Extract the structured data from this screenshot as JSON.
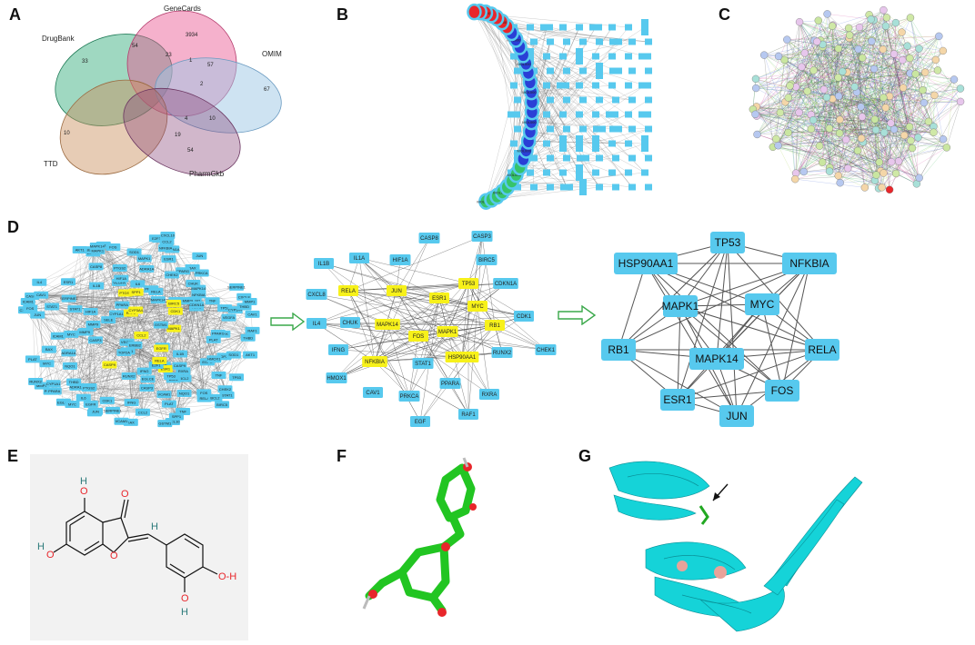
{
  "panels": [
    "A",
    "B",
    "C",
    "D",
    "E",
    "F",
    "G"
  ],
  "venn": {
    "sets": [
      "DrugBank",
      "GeneCards",
      "OMIM",
      "TTD",
      "PharmGkb"
    ],
    "numbers": [
      "33",
      "54",
      "3934",
      "23",
      "1",
      "57",
      "67",
      "2",
      "10",
      "4",
      "19",
      "54",
      "10"
    ]
  },
  "network_b": {
    "molecule_label": "MOL000"
  },
  "network_d1": {
    "labels": [
      "SPP1",
      "EGLCE",
      "ADRA1A",
      "SERPINE1",
      "TNF",
      "PLAT",
      "THBD",
      "MMP9",
      "MMP1",
      "IL6",
      "PPARG",
      "CASP3",
      "VEGFA",
      "IL1B",
      "AKT1",
      "JUN",
      "EGFR",
      "TP53",
      "FOS",
      "ESR1",
      "NFKBIA",
      "RELA",
      "MAPK1",
      "MAPK14",
      "MYC",
      "STAT1",
      "CCL2",
      "PTGS2",
      "BCL2",
      "BAX",
      "CDK1",
      "HMOX1",
      "IFNG",
      "IL4",
      "CAV1",
      "RAF1",
      "RXRA",
      "SOD1",
      "GSTM1",
      "CHEK2",
      "CDKN1A",
      "TOP2A",
      "E2F1",
      "RUNX2",
      "CASP8",
      "CASP9",
      "PRKCA",
      "HIF1A",
      "CHUK",
      "BIRC5",
      "PPARA",
      "CXCL8",
      "CXCL10",
      "ERBB2",
      "ICAM1",
      "SELE",
      "VCAM1",
      "NQO1",
      "CYP1A1",
      "CYP3A4"
    ]
  },
  "network_d2": {
    "nodes": [
      "CASP8",
      "CASP3",
      "IL1B",
      "IL1A",
      "HIF1A",
      "BIRC5",
      "TP53",
      "RELA",
      "JUN",
      "ESR1",
      "CDKN1A",
      "CXCL8",
      "MYC",
      "IL4",
      "CHUK",
      "MAPK14",
      "FOS",
      "MAPK1",
      "RB1",
      "CDK1",
      "IFNG",
      "NFKBIA",
      "STAT1",
      "HSP90AA1",
      "RUNX2",
      "CHEK1",
      "HMOX1",
      "CAV1",
      "PRKCA",
      "PPARA",
      "RXRA",
      "EGF",
      "RAF1"
    ],
    "yellow": [
      "RELA",
      "JUN",
      "ESR1",
      "TP53",
      "MYC",
      "MAPK14",
      "FOS",
      "MAPK1",
      "RB1",
      "NFKBIA",
      "HSP90AA1"
    ]
  },
  "network_d3": {
    "nodes": [
      "TP53",
      "HSP90AA1",
      "NFKBIA",
      "MAPK1",
      "MYC",
      "RB1",
      "MAPK14",
      "RELA",
      "ESR1",
      "FOS",
      "JUN"
    ]
  },
  "molecule_e": {
    "atoms": [
      "H",
      "O",
      "O",
      "H",
      "O",
      "H",
      "O",
      "O-H",
      "H"
    ]
  },
  "colors": {
    "node": "#57c9ee",
    "hub_yellow": "#f7f11a",
    "ribbon": "#15d3d8",
    "stick": "#22c522",
    "oxygen": "#e8262b",
    "venn_drugbank": "#2aa876",
    "venn_genecards": "#e8528f",
    "venn_omim": "#9ec7e6",
    "venn_ttd": "#c98e5c",
    "venn_pharmgkb": "#8c4a7e"
  }
}
